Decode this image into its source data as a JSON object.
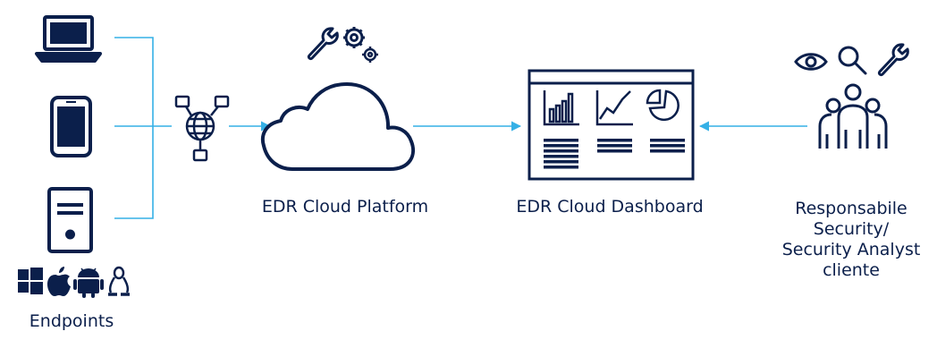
{
  "colors": {
    "navy": "#0b1f4b",
    "connector": "#35b0e6"
  },
  "endpoints": {
    "label": "Endpoints",
    "devices": [
      "laptop-icon",
      "smartphone-icon",
      "desktop-tower-icon"
    ],
    "os_icons": [
      "windows-icon",
      "apple-icon",
      "android-icon",
      "linux-icon"
    ]
  },
  "network": {
    "icon": "network-globe-icon"
  },
  "platform": {
    "label": "EDR Cloud Platform",
    "icons": [
      "wrench-icon",
      "gear-icon",
      "gear-small-icon"
    ]
  },
  "dashboard": {
    "label": "EDR Cloud Dashboard",
    "icons": [
      "bar-chart-icon",
      "line-chart-icon",
      "pie-chart-icon"
    ]
  },
  "analyst": {
    "label_lines": [
      "Responsabile",
      "Security/",
      "Security Analyst",
      "cliente"
    ],
    "icons": [
      "eye-icon",
      "magnifier-icon",
      "wrench-icon",
      "user-group-icon"
    ]
  }
}
